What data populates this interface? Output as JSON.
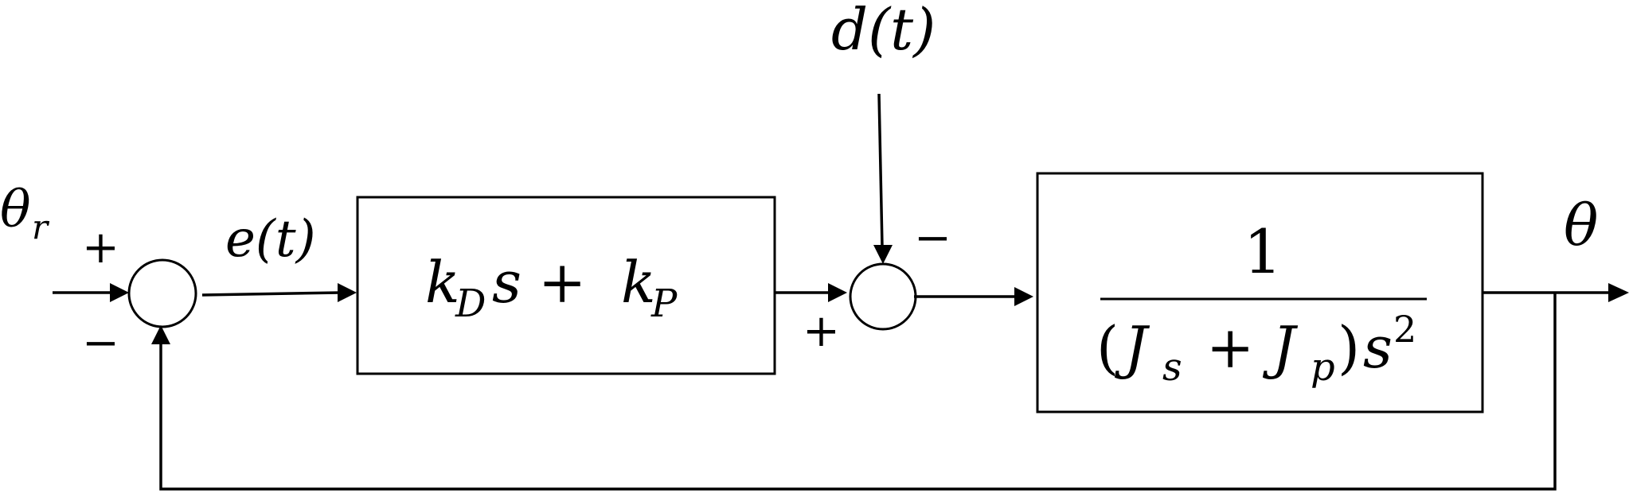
{
  "signals": {
    "reference": {
      "base": "θ",
      "sub": "r"
    },
    "error": "e(t)",
    "disturbance": "d(t)",
    "output": "θ"
  },
  "signs": {
    "sum1_top": "+",
    "sum1_bottom": "−",
    "sum2_top": "−",
    "sum2_bottom": "+"
  },
  "controller": {
    "k1": "k",
    "k1_sub": "D",
    "s": "s",
    "plus": "+",
    "k2": "k",
    "k2_sub": "P"
  },
  "plant": {
    "numerator": "1",
    "den_open": "(",
    "j1": "J",
    "j1_sub": "s",
    "plus": "+",
    "j2": "J",
    "j2_sub": "p",
    "den_close": ")",
    "s": "s",
    "power": "2"
  }
}
